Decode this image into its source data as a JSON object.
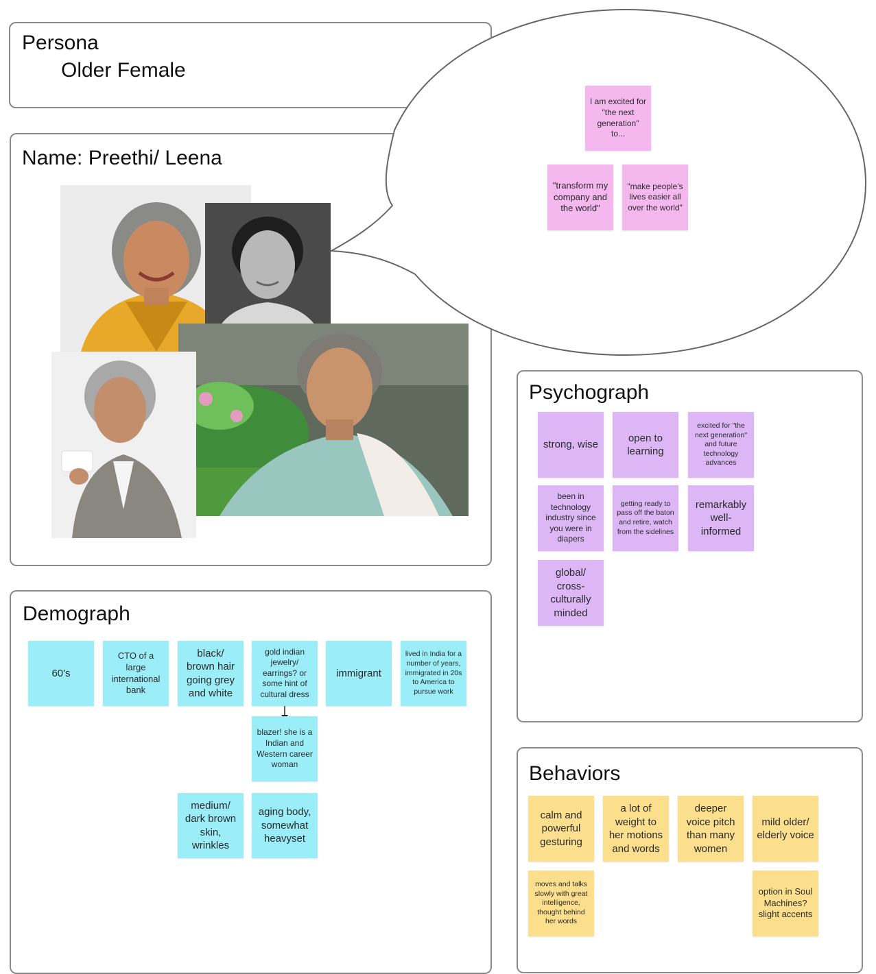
{
  "persona": {
    "title": "Persona",
    "subtitle": "Older Female"
  },
  "name_frame": {
    "title": "Name: Preethi/ Leena"
  },
  "speech_bubble": {
    "intro": "I am excited for \"the next generation\" to...",
    "quote_1": "\"transform my company and the world\"",
    "quote_2": "\"make people's lives easier all over the world\""
  },
  "psychograph": {
    "title": "Psychograph",
    "notes": [
      "strong, wise",
      "open to learning",
      "excited for \"the next generation\" and future technology advances",
      "been in technology industry since you were in diapers",
      "getting ready to pass off the baton and retire, watch from the sidelines",
      "remarkably well-informed",
      "global/ cross-culturally minded"
    ]
  },
  "demograph": {
    "title": "Demograph",
    "notes": [
      "60's",
      "CTO of a large international bank",
      "black/ brown hair going grey and white",
      "gold indian jewelry/ earrings? or some hint of cultural dress",
      "immigrant",
      "lived in India for a number of years, immigrated in 20s to America to pursue work",
      "blazer! she is a Indian and Western career woman",
      "medium/ dark brown skin, wrinkles",
      "aging body, somewhat heavyset"
    ]
  },
  "behaviors": {
    "title": "Behaviors",
    "notes": [
      "calm and powerful gesturing",
      "a lot of weight to her motions and words",
      "deeper voice pitch than many women",
      "mild older/ elderly voice",
      "moves and talks slowly with great intelligence, thought behind her words",
      "option in Soul Machines? slight accents"
    ]
  },
  "colors": {
    "demograph_note": "#9beef8",
    "psychograph_note": "#dcb6f5",
    "bubble_note": "#f4b8ee",
    "behavior_note": "#fbdf8c",
    "frame_border": "#8a8a8a"
  }
}
